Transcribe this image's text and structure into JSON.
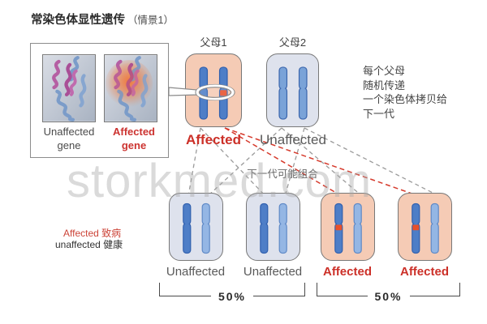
{
  "title": {
    "main": "常染色体显性遗传",
    "scenario": "（情景1）"
  },
  "gene_box": {
    "unaffected_lines": [
      "Unaffected",
      "gene"
    ],
    "affected_lines": [
      "Affected",
      "gene"
    ]
  },
  "parents": [
    {
      "name": "父母1",
      "status": "Affected"
    },
    {
      "name": "父母2",
      "status": "Unaffected"
    }
  ],
  "inheritance_note": {
    "lines": [
      "每个父母",
      "随机传递",
      "一个染色体拷贝给",
      "下一代"
    ]
  },
  "offspring_heading": "下一代可能组合",
  "offspring": [
    {
      "status": "Unaffected"
    },
    {
      "status": "Unaffected"
    },
    {
      "status": "Affected"
    },
    {
      "status": "Affected"
    }
  ],
  "probabilities": [
    "50%",
    "50%"
  ],
  "legend": {
    "affected": "Affected 致病",
    "unaffected": "unaffected 健康"
  },
  "watermark": "storkmed.com",
  "colors": {
    "affected_red_text": "#cc3028",
    "unaffected_gray_text": "#5a5a5a",
    "affected_card_peach": "#f5cbb5",
    "unaffected_card_bluegray": "#dee2ed",
    "chromosome_dark_blue": "#4e7ec7",
    "chromosome_medium_blue": "#7aa3d8",
    "chromosome_light_blue": "#94b6e4",
    "mutation_segment_orange": "#e8502b",
    "red_dashed_line": "#d63a2c",
    "gray_dashed_line": "#9b9b9b"
  }
}
